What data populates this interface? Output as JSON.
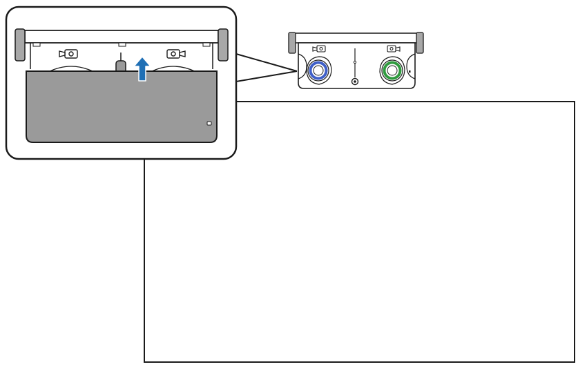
{
  "diagram": {
    "colors": {
      "outline": "#1a1a1a",
      "background": "#ffffff",
      "callout_frame": "#1a1a1a",
      "cover_fill": "#9a9a9a",
      "housing_fill": "#ffffff",
      "bracket_fill": "#a8a8a8",
      "arrow": "#1f6fb5",
      "left_lens_ring": "#3f5fc8",
      "right_lens_ring": "#2f9a3f",
      "screen_border": "#1a1a1a"
    },
    "icons": {
      "arrow": "arrow-up-icon",
      "adjust_knob": "adjustment-knob-icon",
      "lens": "lens-icon"
    },
    "callout": {
      "content": "lens-cover-magnified-view",
      "action": "slide-cover-up"
    },
    "projector": {
      "lenses": [
        "blue-ring-lens",
        "green-ring-lens"
      ]
    }
  }
}
